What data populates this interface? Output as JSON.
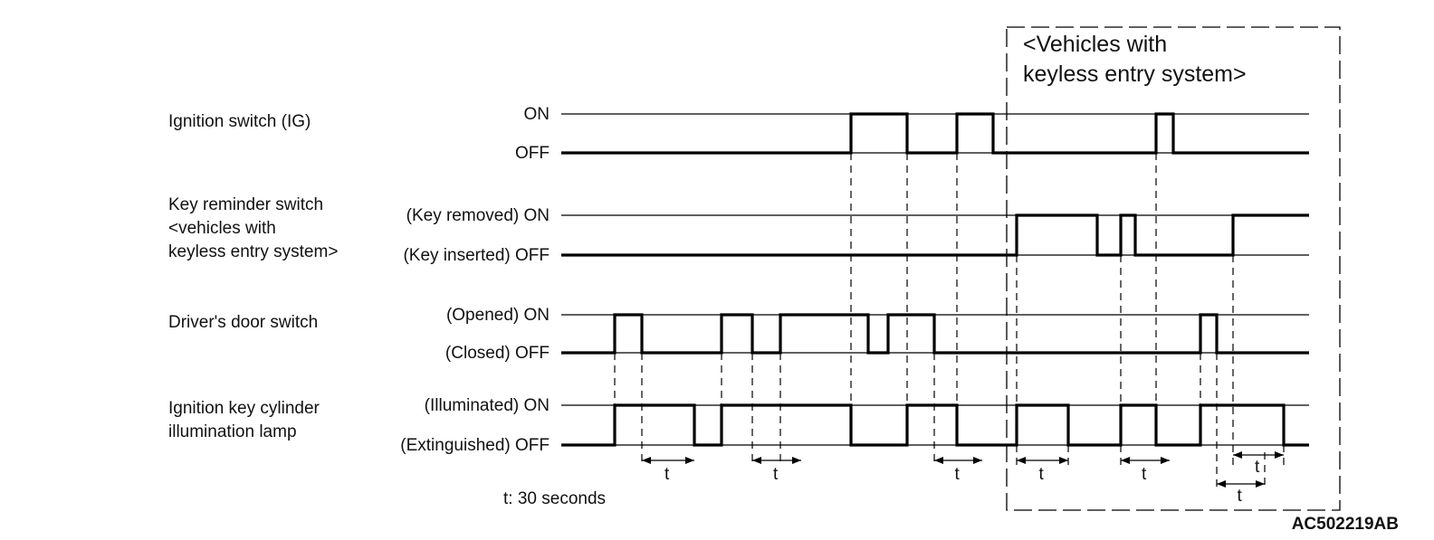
{
  "signals": [
    {
      "label_lines": [
        "Ignition switch (IG)"
      ],
      "on_label": "ON",
      "off_label": "OFF",
      "waveform": [
        [
          "OFF",
          620
        ],
        [
          "ON",
          940
        ],
        [
          "OFF",
          1002
        ],
        [
          "ON",
          1057
        ],
        [
          "OFF",
          1097
        ],
        [
          "ON",
          1277
        ],
        [
          "OFF",
          1296
        ]
      ]
    },
    {
      "label_lines": [
        "Key reminder switch",
        "<vehicles with",
        " keyless entry system>"
      ],
      "on_label": "(Key removed) ON",
      "off_label": "(Key inserted) OFF",
      "waveform": [
        [
          "OFF",
          620
        ],
        [
          "ON",
          1123
        ],
        [
          "OFF",
          1212
        ],
        [
          "ON",
          1238
        ],
        [
          "OFF",
          1254
        ],
        [
          "ON",
          1362
        ]
      ]
    },
    {
      "label_lines": [
        "Driver's door switch"
      ],
      "on_label": "(Opened) ON",
      "off_label": "(Closed) OFF",
      "waveform": [
        [
          "OFF",
          620
        ],
        [
          "ON",
          679
        ],
        [
          "OFF",
          709
        ],
        [
          "ON",
          797
        ],
        [
          "OFF",
          831
        ],
        [
          "ON",
          862
        ],
        [
          "OFF",
          959
        ],
        [
          "ON",
          981
        ],
        [
          "OFF",
          1032
        ],
        [
          "ON",
          1326
        ],
        [
          "OFF",
          1344
        ]
      ]
    },
    {
      "label_lines": [
        "Ignition key cylinder",
        "illumination lamp"
      ],
      "on_label": "(Illuminated) ON",
      "off_label": "(Extinguished) OFF",
      "waveform": [
        [
          "OFF",
          620
        ],
        [
          "ON",
          679
        ],
        [
          "OFF",
          767
        ],
        [
          "ON",
          797
        ],
        [
          "OFF",
          940
        ],
        [
          "ON",
          1002
        ],
        [
          "OFF",
          1057
        ],
        [
          "ON",
          1123
        ],
        [
          "OFF",
          1180
        ],
        [
          "ON",
          1238
        ],
        [
          "OFF",
          1277
        ],
        [
          "ON",
          1326
        ],
        [
          "OFF",
          1418
        ]
      ]
    }
  ],
  "keyless_box_title": [
    "<Vehicles with",
    "keyless entry system>"
  ],
  "timer_label": "t",
  "timer_note": "t: 30 seconds",
  "figure_code": "AC502219AB"
}
